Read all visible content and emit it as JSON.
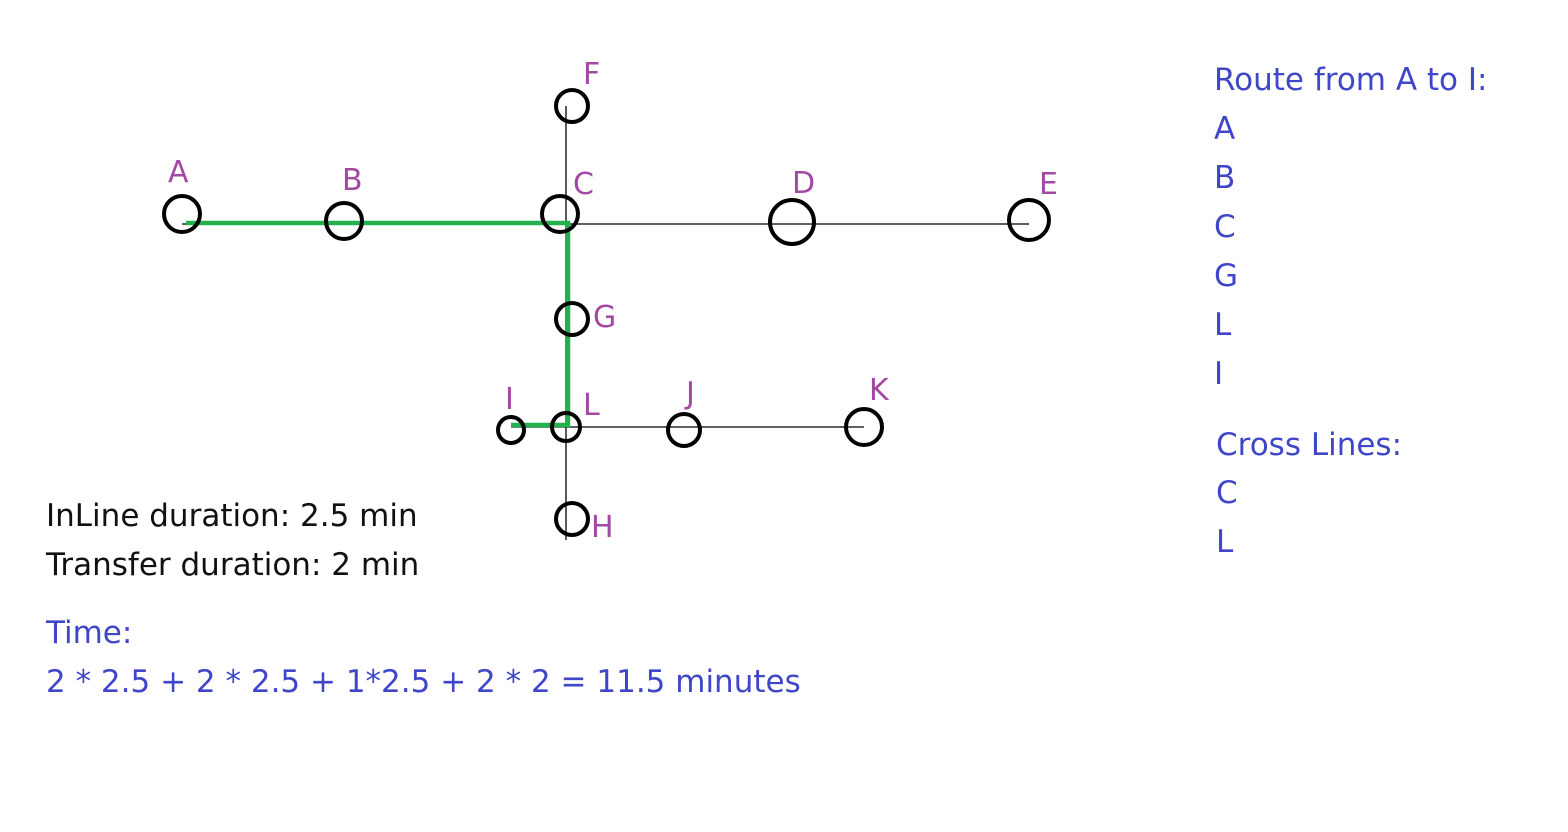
{
  "colors": {
    "track": "#000000",
    "route": "#22b14c",
    "station_label": "#a349a4",
    "note_text": "#3f47c8",
    "info_text": "#111111"
  },
  "stations": [
    {
      "id": "A",
      "label": "A"
    },
    {
      "id": "B",
      "label": "B"
    },
    {
      "id": "C",
      "label": "C"
    },
    {
      "id": "D",
      "label": "D"
    },
    {
      "id": "E",
      "label": "E"
    },
    {
      "id": "F",
      "label": "F"
    },
    {
      "id": "G",
      "label": "G"
    },
    {
      "id": "H",
      "label": "H"
    },
    {
      "id": "I",
      "label": "I"
    },
    {
      "id": "J",
      "label": "J"
    },
    {
      "id": "K",
      "label": "K"
    },
    {
      "id": "L",
      "label": "L"
    }
  ],
  "lines": [
    [
      "A",
      "B",
      "C",
      "D",
      "E"
    ],
    [
      "F",
      "C",
      "G",
      "L",
      "H"
    ],
    [
      "I",
      "L",
      "J",
      "K"
    ]
  ],
  "highlighted_route": [
    "A",
    "B",
    "C",
    "G",
    "L",
    "I"
  ],
  "info": {
    "inline_duration": "InLine duration: 2.5 min",
    "transfer_duration": "Transfer duration: 2 min"
  },
  "time": {
    "label": "Time:",
    "formula": "2 * 2.5 + 2 * 2.5 + 1*2.5 + 2 * 2 = 11.5 minutes"
  },
  "route_panel": {
    "title": "Route from A to I:",
    "stops": [
      "A",
      "B",
      "C",
      "G",
      "L",
      "I"
    ]
  },
  "cross_panel": {
    "title": "Cross Lines:",
    "stops": [
      "C",
      "L"
    ]
  }
}
